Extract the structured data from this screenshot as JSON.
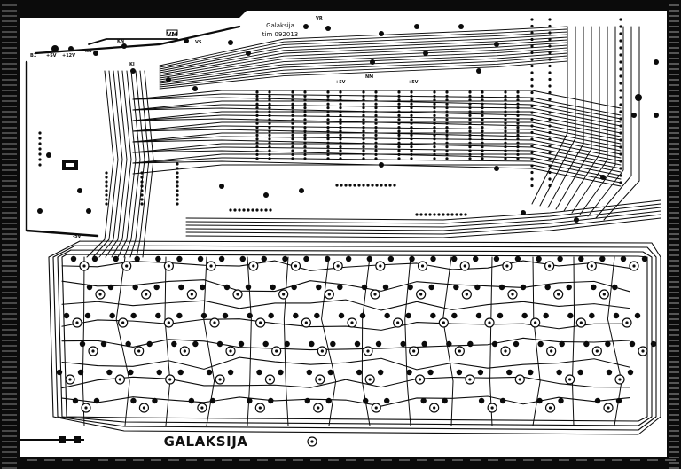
{
  "board": {
    "title_line1": "Galaksija",
    "title_line2": "tim 092013",
    "bottom_label": "GALAKSIJA"
  },
  "labels": {
    "vm": "VM",
    "vs": "VS",
    "kn": "KN",
    "ku": "KU",
    "plus5v_a": "+5V",
    "plus5v_b": "+5V",
    "plus5v_c": "+5V",
    "plus12v": "+12V",
    "minus5v": "-5V",
    "b1": "B1",
    "ki": "KI",
    "nm": "NM",
    "vr": "VR"
  },
  "colors": {
    "copper": "#0b0b0b",
    "background": "#ffffff"
  },
  "keyboard": {
    "rows": [
      14,
      13,
      13,
      13,
      12,
      10
    ]
  }
}
